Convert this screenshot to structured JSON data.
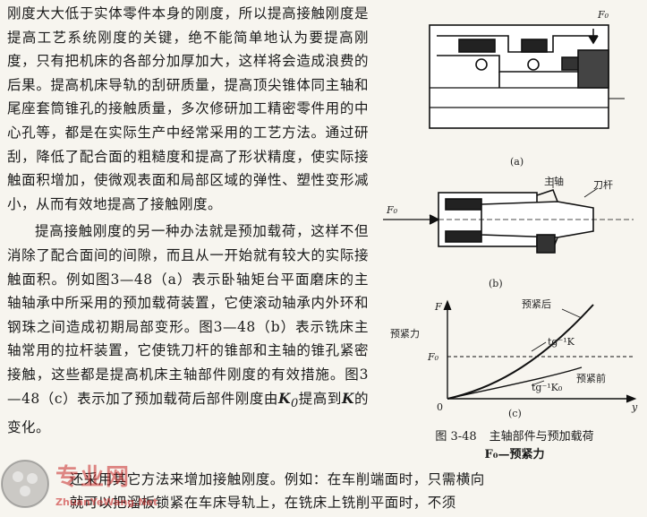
{
  "text": {
    "para1": "刚度大大低于实体零件本身的刚度，所以提高接触刚度是提高工艺系统刚度的关键，绝不能简单地认为要提高刚度，只有把机床的各部分加厚加大，这样将会造成浪费的后果。提高机床导轨的刮研质量，提高顶尖锥体同主轴和尾座套筒锥孔的接触质量，多次修研加工精密零件用的中心孔等，都是在实际生产中经常采用的工艺方法。通过研刮，降低了配合面的粗糙度和提高了形状精度，使实际接触面积增加，使微观表面和局部区域的弹性、塑性变形减小，从而有效地提高了接触刚度。",
    "para2_a": "提高接触刚度的另一种办法就是预加载荷，这样不但消除了配合面间的间隙，而且从一开始就有较大的实际接触面积。例如图3—48（a）表示卧轴矩台平面磨床的主轴轴承中所采用的预加载荷装置，它使滚动轴承内外环和钢珠之间造成初期局部变形。图3—48（b）表示铣床主轴常用的拉杆装置，它使铣刀杆的锥部和主轴的锥孔紧密接触，这些都是提高机床主轴部件刚度的有效措施。图3—48（c）表示加了预加载荷后部件刚度由",
    "k0": "K",
    "k0_sub": "0",
    "para2_mid": "提高到",
    "k": "K",
    "para2_end": "的变化。",
    "bottom_1": "还采用其它方法来增加接触刚度。例如：在车削端面时，只需横向",
    "bottom_2": "就可以把溜板锁紧在车床导轨上，在铣床上铣削平面时，不须"
  },
  "figure": {
    "label_a": "(a)",
    "label_b": "(b)",
    "label_c": "(c)",
    "f0_top": "F₀",
    "f0_left": "F₀",
    "spindle": "主轴",
    "arbor": "刀杆",
    "axis_f": "F",
    "axis_y": "y",
    "preload_force": "预紧力",
    "f0_axis": "F₀",
    "after_preload": "预紧后",
    "before_preload": "预紧前",
    "tan_k": "tg⁻¹K",
    "tan_k0": "tg⁻¹K₀",
    "origin": "0"
  },
  "caption": {
    "number": "图 3-48",
    "title": "主轴部件与预加载荷",
    "sub": "F₀—预紧力"
  },
  "watermark": {
    "text": "专业网",
    "url": "ZhuanYeWang.Net"
  }
}
